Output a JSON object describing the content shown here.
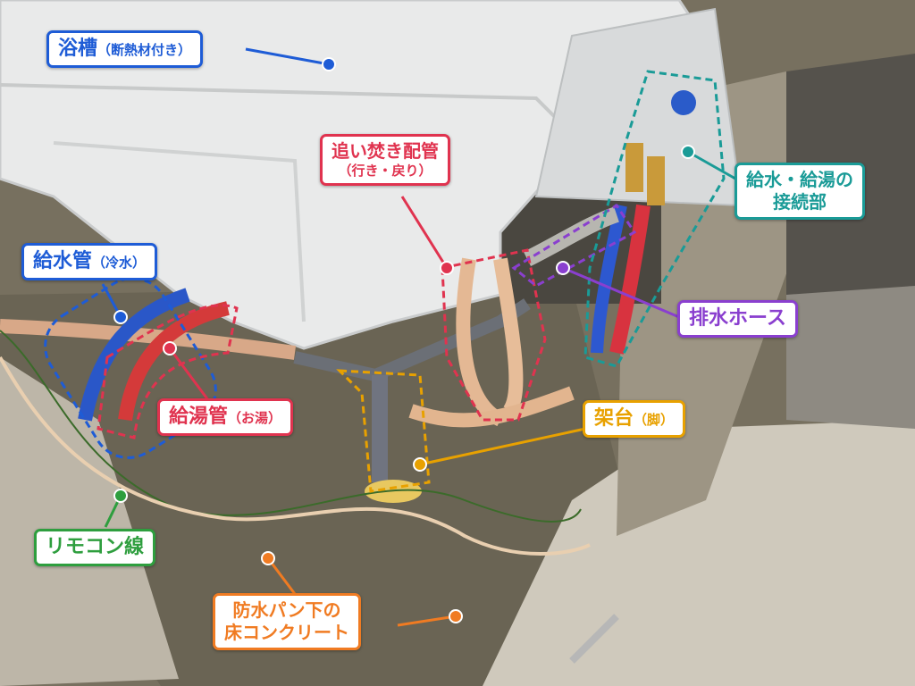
{
  "labels": {
    "bathtub": {
      "main": "浴槽",
      "sub": "（断熱材付き）",
      "color": "#1e5cd6"
    },
    "reheat": {
      "line1": "追い焚き配管",
      "line2": "（行き・戻り）",
      "color": "#e0334f"
    },
    "supply": {
      "main": "給水管",
      "sub": "（冷水）",
      "color": "#1e5cd6"
    },
    "connector": {
      "line1": "給水・給湯の",
      "line2": "接続部",
      "color": "#1a9b97"
    },
    "drain": {
      "main": "排水ホース",
      "color": "#8a3fcf"
    },
    "hot": {
      "main": "給湯管",
      "sub": "（お湯）",
      "color": "#e0334f"
    },
    "stand": {
      "main": "架台",
      "sub": "（脚）",
      "color": "#e8a100"
    },
    "remote": {
      "main": "リモコン線",
      "color": "#2e9e3e"
    },
    "concrete": {
      "line1": "防水パン下の",
      "line2": "床コンクリート",
      "color": "#f07b22"
    }
  }
}
